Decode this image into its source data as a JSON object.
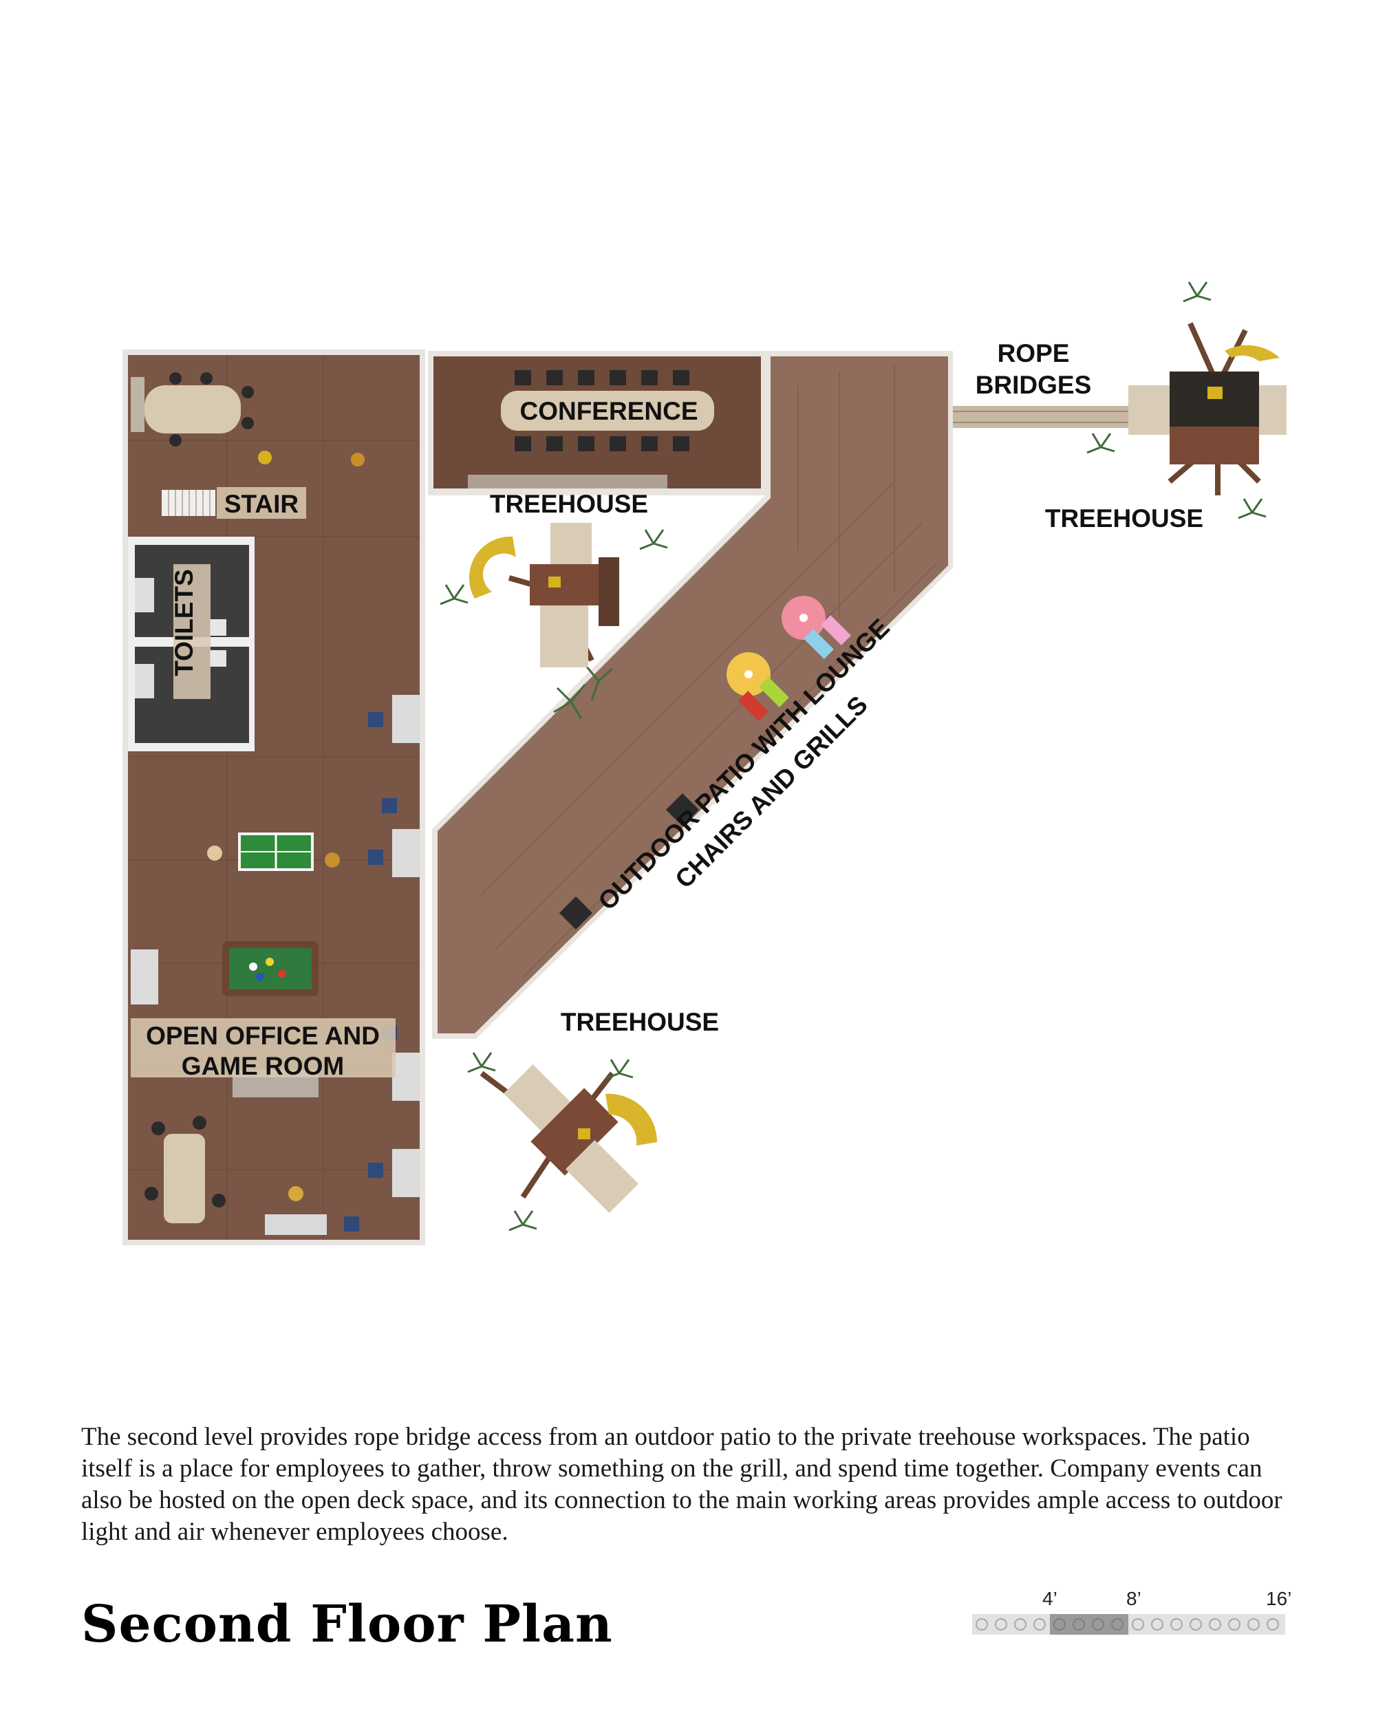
{
  "labels": {
    "rope_bridges_1": "ROPE",
    "rope_bridges_2": "BRIDGES",
    "conference": "CONFERENCE",
    "stair": "STAIR",
    "toilets": "TOILETS",
    "treehouse_center": "TREEHOUSE",
    "treehouse_right": "TREEHOUSE",
    "treehouse_bottom": "TREEHOUSE",
    "patio_1": "OUTDOOR PATIO WITH LOUNGE",
    "patio_2": "CHAIRS AND GRILLS",
    "open_office_1": "OPEN OFFICE AND",
    "open_office_2": "GAME ROOM"
  },
  "description": "The second level provides rope bridge access from an outdoor patio to the private treehouse workspaces. The patio itself is a place for employees to gather, throw something on the grill, and spend time together. Company events can also be hosted on the open deck space, and its connection to the main working areas provides ample access to outdoor light and air whenever employees choose.",
  "title": "Second Floor Plan",
  "scale": {
    "marks": [
      "4’",
      "8’",
      "16’"
    ]
  },
  "colors": {
    "floor": "#7a5646",
    "deck": "#8f6c5c",
    "wall": "#e8e4e0",
    "toilet_room": "#3d3d3d",
    "ping_pong": "#2e8b3a",
    "pool_table": "#2f7a3c",
    "umbrella_pink": "#f08fa0",
    "umbrella_yellow": "#f2c64a",
    "slide_yellow": "#d8b52a",
    "tree": "#3f6d3a"
  }
}
